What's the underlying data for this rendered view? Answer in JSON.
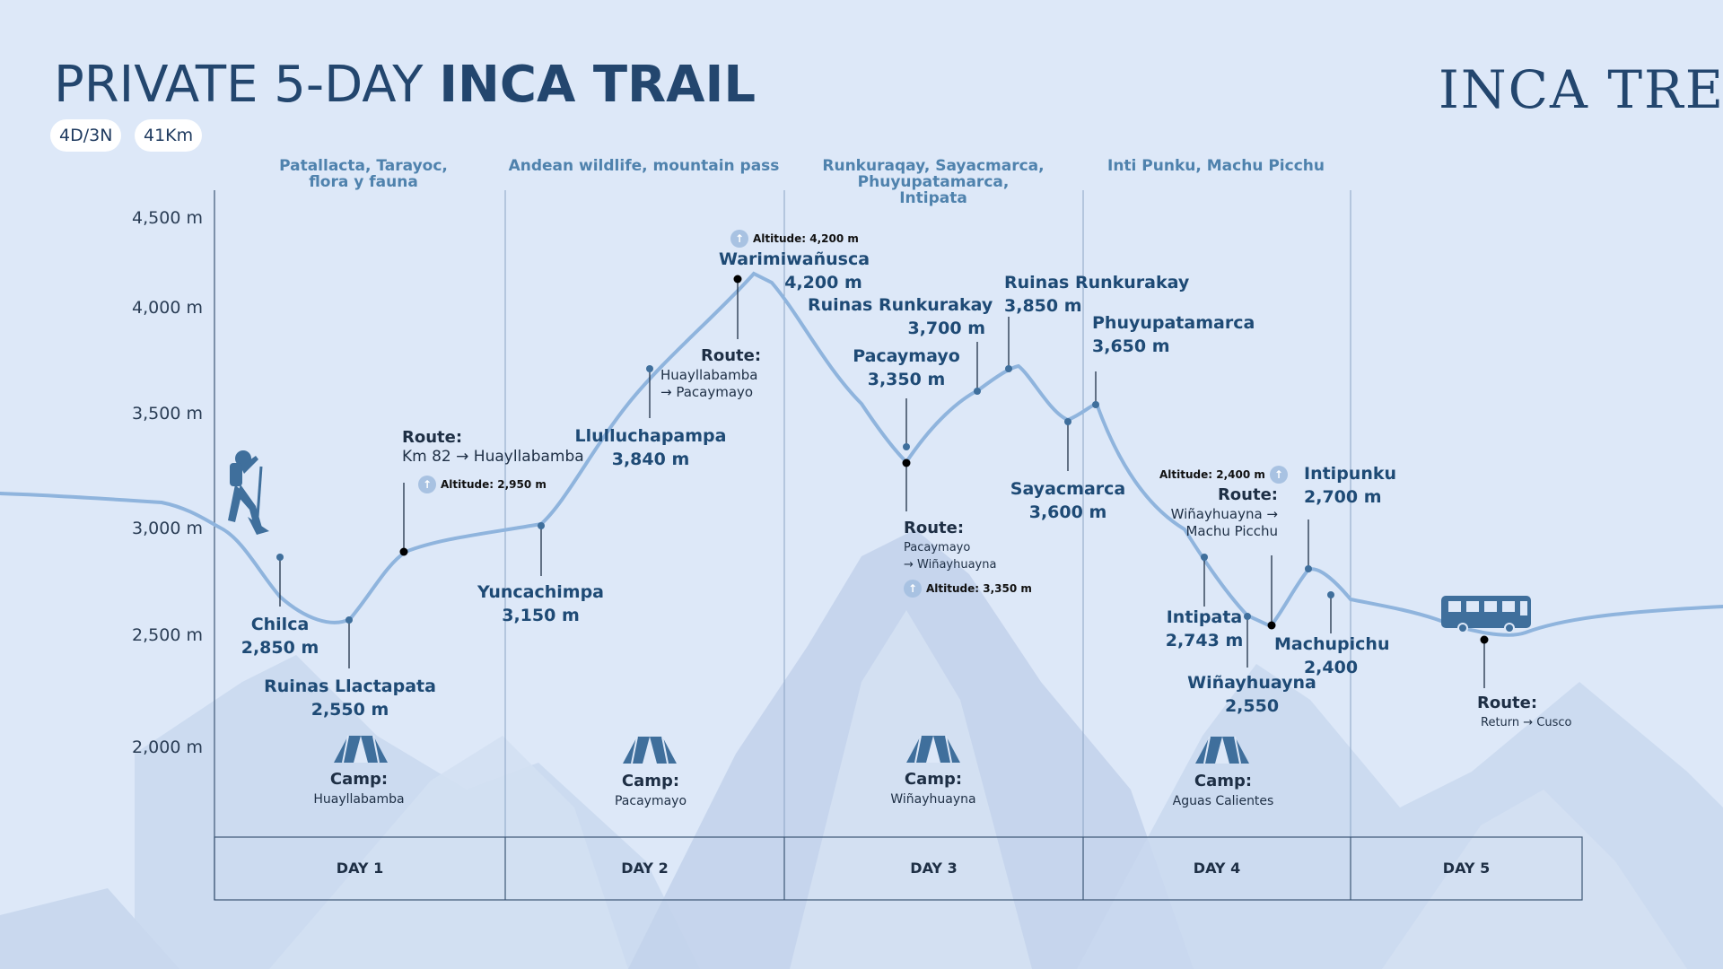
{
  "header": {
    "title_light": "PRIVATE 5-DAY ",
    "title_bold": "INCA TRAIL",
    "pills": [
      "4D/3N",
      "41Km"
    ],
    "brand": "INCA TREK"
  },
  "colors": {
    "background": "#dde8f8",
    "accent": "#23466e",
    "trail": "#8fb4dd",
    "mountain": "#c9d8ee"
  },
  "themes": [
    "Patallacta, Tarayoc,\nflora y fauna",
    "Andean wildlife, mountain pass",
    "Runkuraqay,  Sayacmarca,\nPhuyupatamarca,\nIntipata",
    "Inti Punku, Machu Picchu"
  ],
  "y_axis": [
    "4,500 m",
    "4,000 m",
    "3,500 m",
    "3,000 m",
    "2,500 m",
    "2,000 m"
  ],
  "waypoints": [
    {
      "name": "Chilca",
      "alt": "2,850 m"
    },
    {
      "name": "Ruinas Llactapata",
      "alt": "2,550 m"
    },
    {
      "name": "Yuncachimpa",
      "alt": "3,150 m"
    },
    {
      "name": "Llulluchapampa",
      "alt": "3,840 m"
    },
    {
      "name": "Warimiwañusca",
      "alt": "4,200 m"
    },
    {
      "name": "Pacaymayo",
      "alt": "3,350 m"
    },
    {
      "name": "Ruinas Runkurakay",
      "alt": "3,700 m"
    },
    {
      "name": "Ruinas Runkurakay",
      "alt": "3,850 m"
    },
    {
      "name": "Sayacmarca",
      "alt": "3,600 m"
    },
    {
      "name": "Phuyupatamarca",
      "alt": "3,650 m"
    },
    {
      "name": "Intipata",
      "alt": "2,743 m"
    },
    {
      "name": "Wiñayhuayna",
      "alt": "2,550"
    },
    {
      "name": "Intipunku",
      "alt": "2,700 m"
    },
    {
      "name": "Machupichu",
      "alt": "2,400"
    }
  ],
  "routes": [
    {
      "title": "Route:",
      "desc": [
        "Km 82 → Huayllabamba"
      ]
    },
    {
      "title": "Route:",
      "desc": [
        "Huayllabamba",
        "→ Pacaymayo"
      ]
    },
    {
      "title": "Route:",
      "desc": [
        "Pacaymayo",
        "→ Wiñayhuayna"
      ]
    },
    {
      "title": "Route:",
      "desc": [
        "Wiñayhuayna →",
        "Machu Picchu"
      ]
    },
    {
      "title": "Route:",
      "desc": [
        "Return → Cusco"
      ]
    }
  ],
  "altitudes": [
    "Altitude: 2,950 m",
    "Altitude: 4,200 m",
    "Altitude: 3,350 m",
    "Altitude: 2,400 m"
  ],
  "camps": [
    {
      "title": "Camp:",
      "name": "Huayllabamba"
    },
    {
      "title": "Camp:",
      "name": "Pacaymayo"
    },
    {
      "title": "Camp:",
      "name": "Wiñayhuayna"
    },
    {
      "title": "Camp:",
      "name": "Aguas Calientes"
    }
  ],
  "days": [
    "DAY 1",
    "DAY 2",
    "DAY 3",
    "DAY 4",
    "DAY 5"
  ],
  "icons": {
    "hiker": "hiker-icon",
    "tent": "tent-icon",
    "bus": "bus-icon",
    "up": "arrow-up-icon"
  }
}
